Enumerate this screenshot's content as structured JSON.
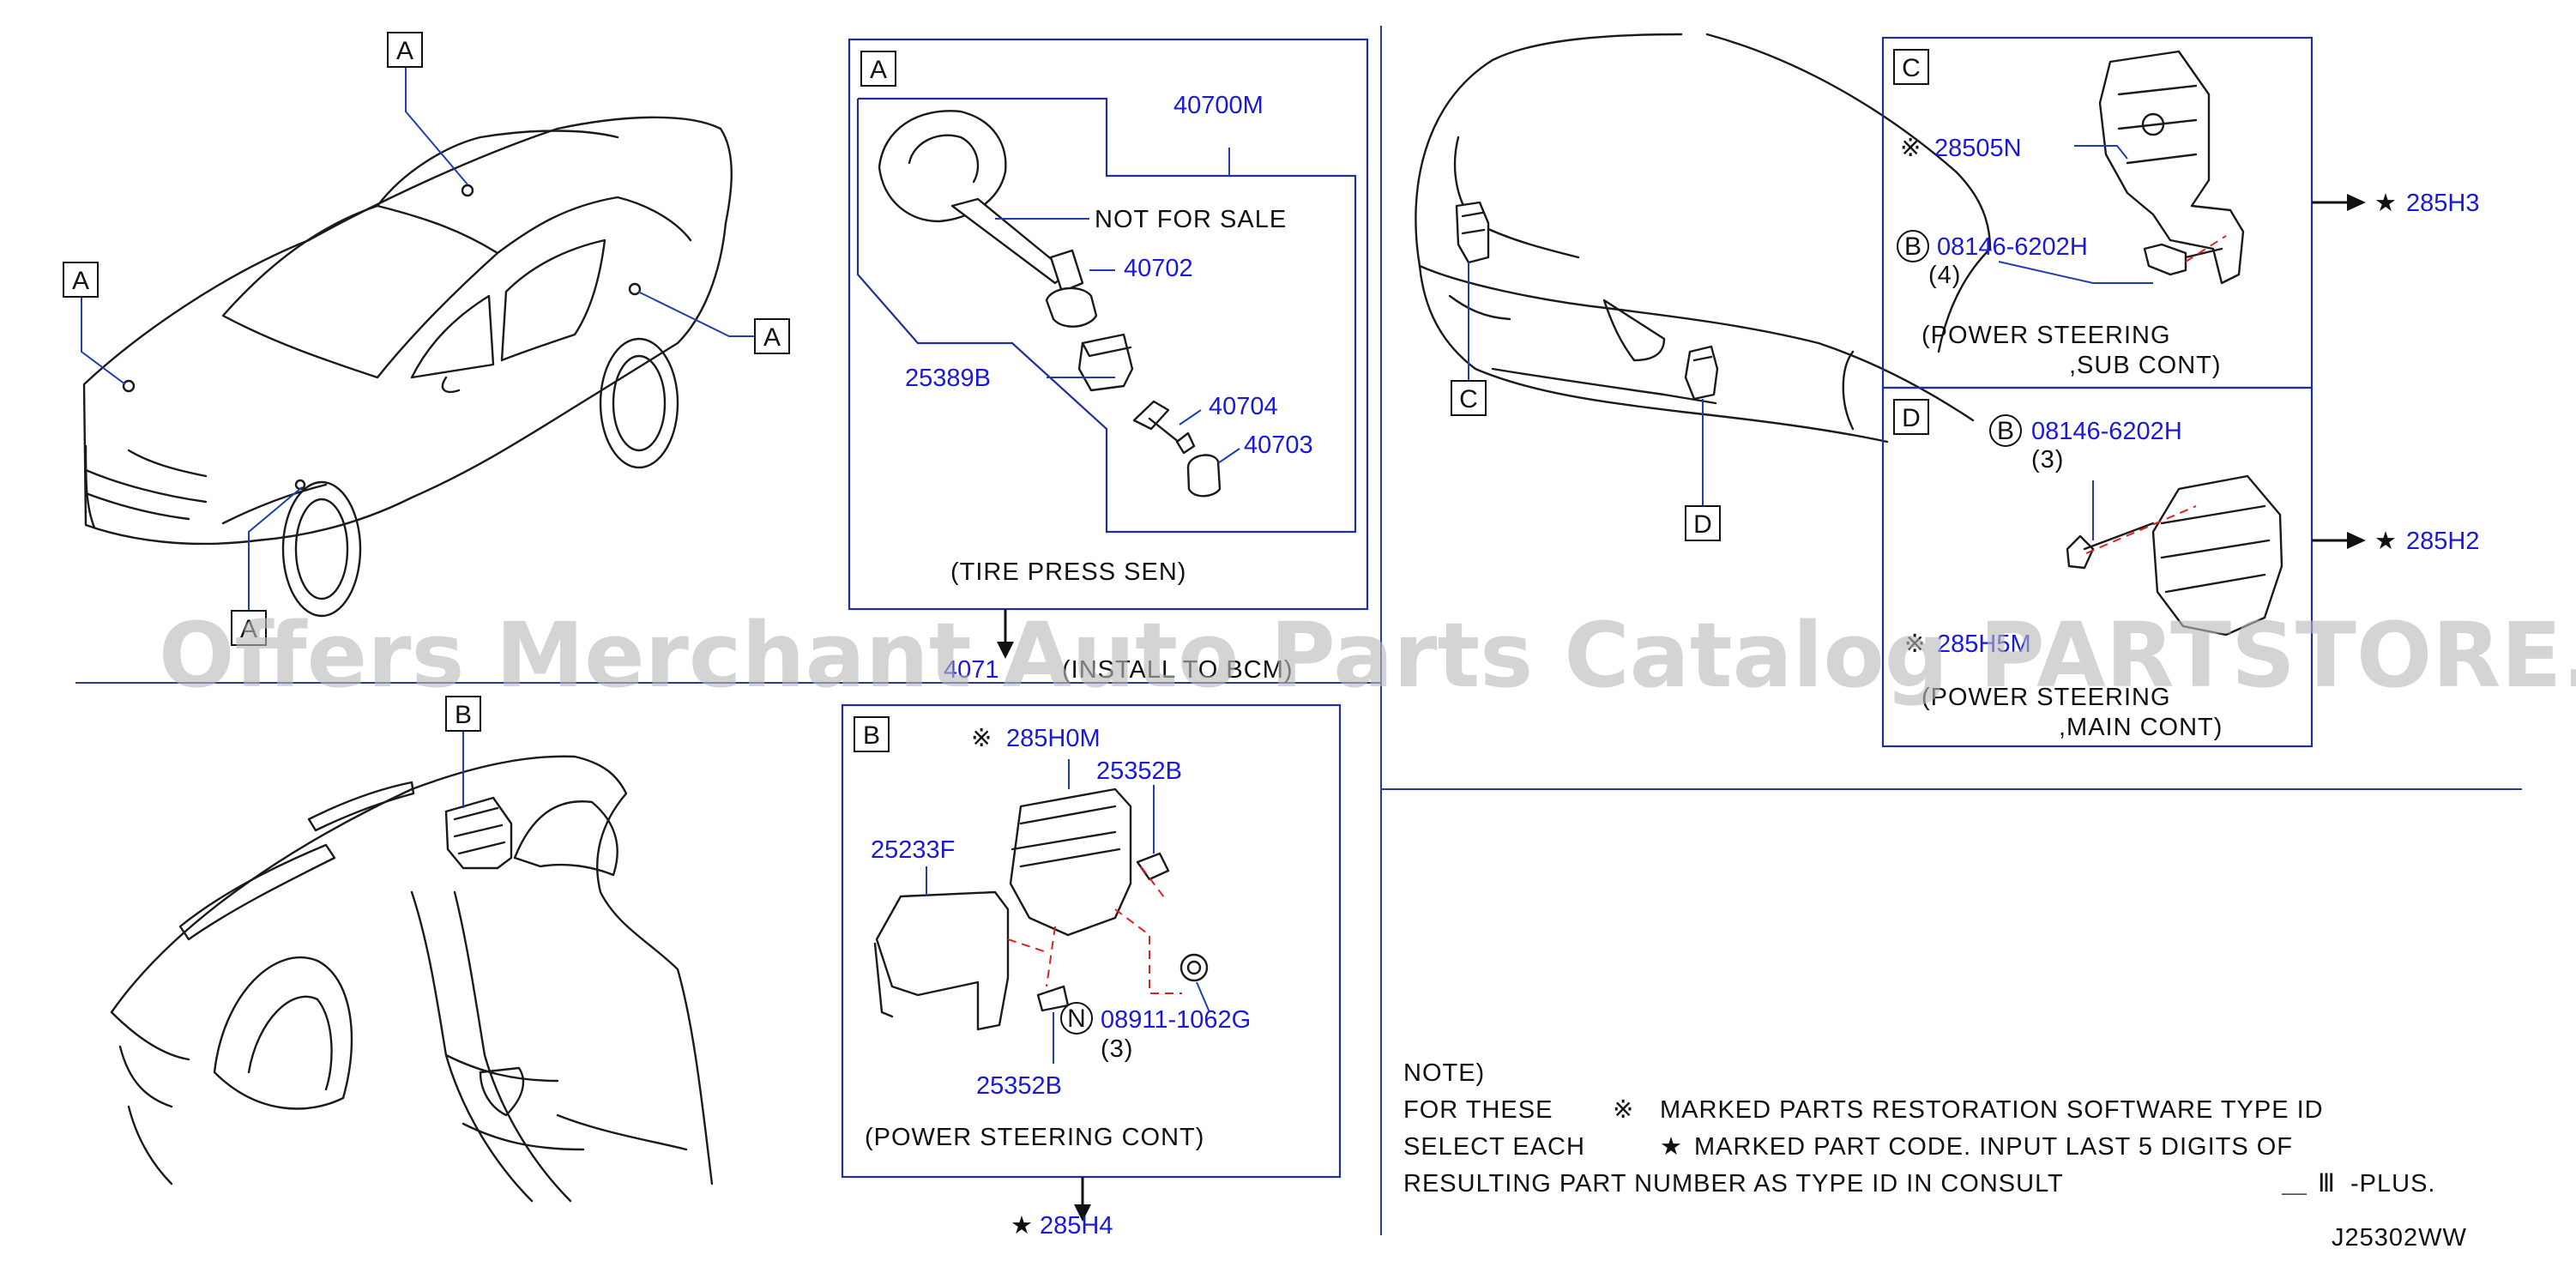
{
  "watermark": "Offers Merchant Auto Parts Catalog PARTSTORE.SA",
  "diagram_code": "J25302WW",
  "view_labels": {
    "A": "A",
    "B": "B",
    "C": "C",
    "D": "D"
  },
  "panel_a": {
    "title": "A",
    "caption": "(TIRE   PRESS   SEN)",
    "not_for_sale": "NOT   FOR   SALE",
    "parts": [
      "40700M",
      "40702",
      "25389B",
      "40704",
      "40703"
    ],
    "below_ref_part": "4071",
    "below_ref_text": "(INSTALL TO BCM)"
  },
  "panel_b": {
    "title": "B",
    "caption": "(POWER   STEERING   CONT)",
    "parts": [
      "285H0M",
      "25352B",
      "25233F",
      "08911-1062G",
      "25352B"
    ],
    "qty_n": "(3)",
    "circle_n": "N",
    "ref": "285H4"
  },
  "panel_c": {
    "title": "C",
    "caption_line1": "(POWER   STEERING",
    "caption_line2": ",SUB   CONT)",
    "parts": [
      "28505N",
      "08146-6202H"
    ],
    "qty": "(4)",
    "circle_b": "B",
    "ref": "285H3"
  },
  "panel_d": {
    "title": "D",
    "caption_line1": "(POWER   STEERING",
    "caption_line2": ",MAIN   CONT)",
    "parts": [
      "08146-6202H",
      "285H5M"
    ],
    "qty": "(3)",
    "circle_b": "B",
    "ref": "285H2"
  },
  "note": {
    "heading": "NOTE)",
    "line1_a": "FOR   THESE",
    "line1_b": "MARKED   PARTS   RESTORATION   SOFTWARE   TYPE   ID",
    "line2_a": "SELECT   EACH",
    "line2_b": "MARKED   PART   CODE.   INPUT   LAST   5   DIGITS   OF",
    "line3_a": "RESULTING   PART   NUMBER   AS   TYPE   ID   IN   CONSULT",
    "line3_b": "-PLUS."
  },
  "symbols": {
    "mark": "※",
    "star": "★",
    "roman": "Ⅲ",
    "dash": "＿"
  }
}
